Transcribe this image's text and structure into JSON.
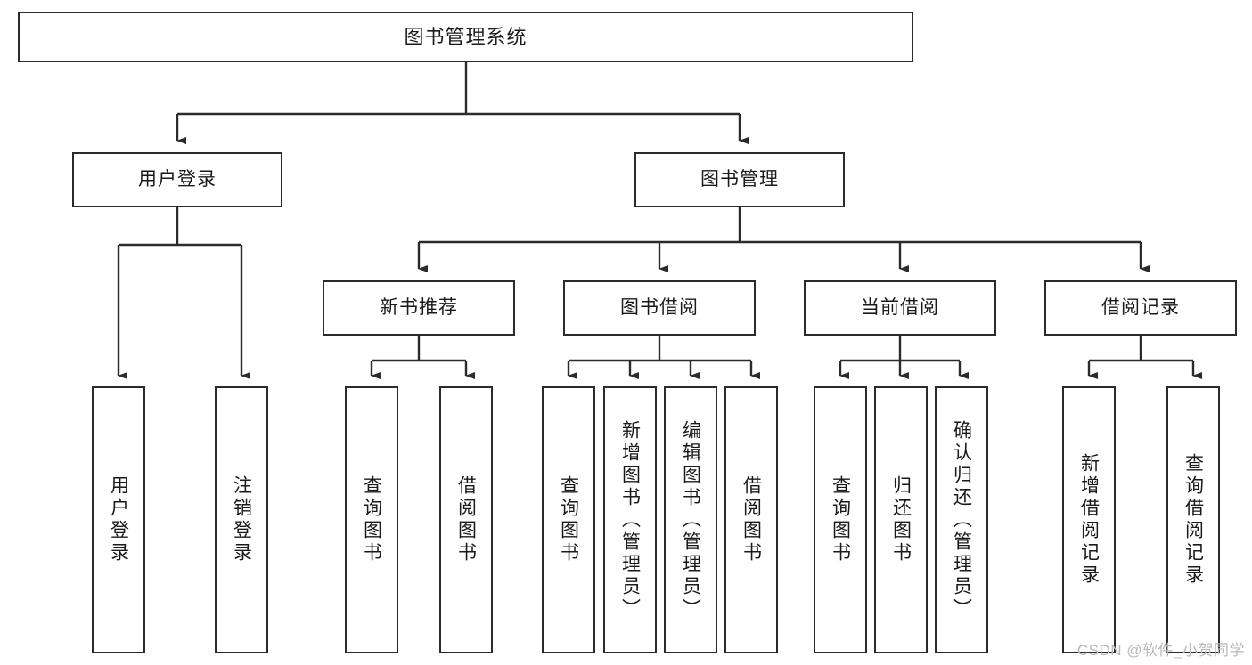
{
  "diagram": {
    "type": "tree",
    "title": "图书管理系统",
    "colors": {
      "stroke": "#2b2b2b",
      "fill": "#ffffff",
      "text": "#1a1a1a",
      "watermark": "#b9b9b9"
    },
    "levels": {
      "root": {
        "label": "图书管理系统"
      },
      "level2": [
        {
          "label": "用户登录"
        },
        {
          "label": "图书管理"
        }
      ],
      "level3": [
        {
          "label": "新书推荐"
        },
        {
          "label": "图书借阅"
        },
        {
          "label": "当前借阅"
        },
        {
          "label": "借阅记录"
        }
      ],
      "leaves": {
        "user_login": [
          {
            "label": "用户登录"
          },
          {
            "label": "注销登录"
          }
        ],
        "new_book_recommend": [
          {
            "label": "查询图书"
          },
          {
            "label": "借阅图书"
          }
        ],
        "book_borrow": [
          {
            "label": "查询图书"
          },
          {
            "label": "新增图书（管理员）"
          },
          {
            "label": "编辑图书（管理员）"
          },
          {
            "label": "借阅图书"
          }
        ],
        "current_borrow": [
          {
            "label": "查询图书"
          },
          {
            "label": "归还图书"
          },
          {
            "label": "确认归还（管理员）"
          }
        ],
        "borrow_record": [
          {
            "label": "新增借阅记录"
          },
          {
            "label": "查询借阅记录"
          }
        ]
      }
    },
    "watermark": "CSDN @软件_小贺同学"
  }
}
